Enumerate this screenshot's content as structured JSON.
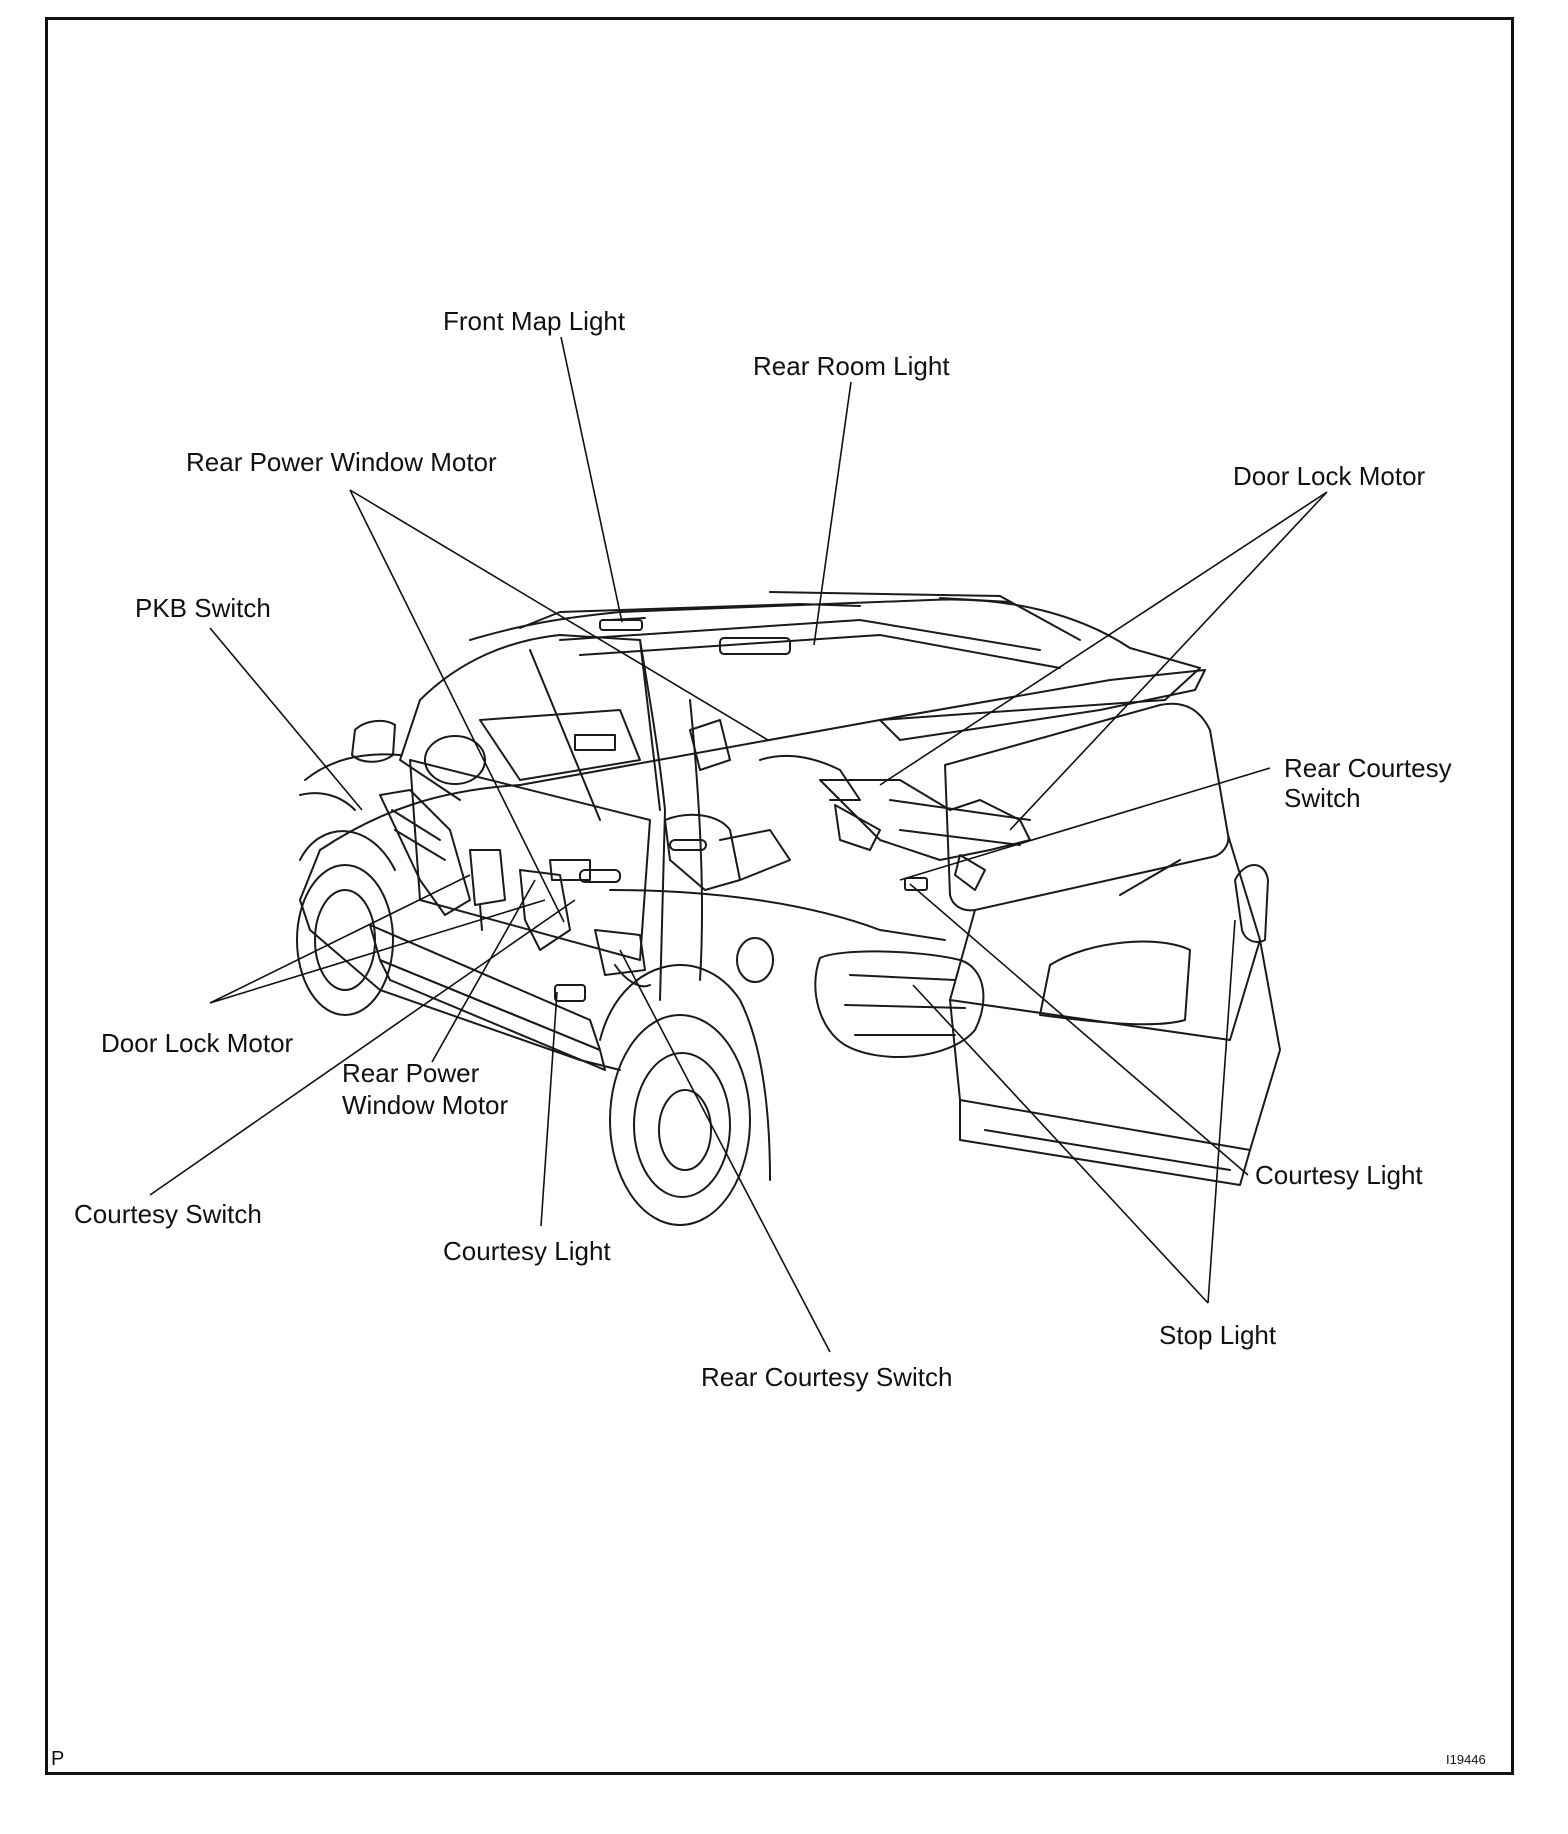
{
  "labels": {
    "front_map_light": "Front Map Light",
    "rear_room_light": "Rear Room Light",
    "rear_power_window_motor_top": "Rear Power Window Motor",
    "door_lock_motor_right": "Door Lock Motor",
    "pkb_switch": "PKB Switch",
    "rear_courtesy_switch_right_line1": "Rear Courtesy",
    "rear_courtesy_switch_right_line2": "Switch",
    "door_lock_motor_left": "Door Lock Motor",
    "rear_power_window_motor_bottom_line1": "Rear Power",
    "rear_power_window_motor_bottom_line2": "Window Motor",
    "courtesy_switch": "Courtesy Switch",
    "courtesy_light_left": "Courtesy Light",
    "courtesy_light_right": "Courtesy Light",
    "stop_light": "Stop Light",
    "rear_courtesy_switch_bottom": "Rear Courtesy Switch"
  },
  "corner": {
    "section_code": "P",
    "figure_id": "I19446"
  }
}
